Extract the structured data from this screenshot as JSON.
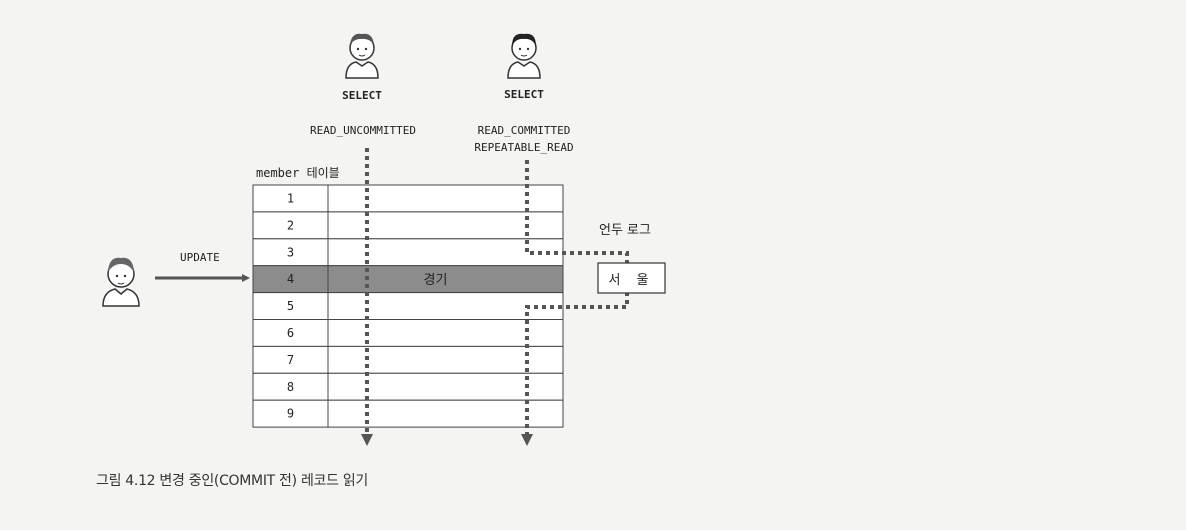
{
  "left_select": {
    "label": "SELECT",
    "isolation": "READ_UNCOMMITTED"
  },
  "right_select": {
    "label": "SELECT",
    "isolation_line1": "READ_COMMITTED",
    "isolation_line2": "REPEATABLE_READ"
  },
  "table": {
    "title": "member 테이블",
    "rows": [
      {
        "id": "1",
        "value": ""
      },
      {
        "id": "2",
        "value": ""
      },
      {
        "id": "3",
        "value": ""
      },
      {
        "id": "4",
        "value": "경기"
      },
      {
        "id": "5",
        "value": ""
      },
      {
        "id": "6",
        "value": ""
      },
      {
        "id": "7",
        "value": ""
      },
      {
        "id": "8",
        "value": ""
      },
      {
        "id": "9",
        "value": ""
      }
    ],
    "highlighted_row": "4"
  },
  "updater": {
    "action": "UPDATE"
  },
  "undo_log": {
    "title": "언두 로그",
    "value": "서 울"
  },
  "caption": "그림 4.12 변경 중인(COMMIT 전) 레코드 읽기",
  "colors": {
    "highlight": "#8c8c8c",
    "arrow": "#555555",
    "grid": "#444444"
  }
}
